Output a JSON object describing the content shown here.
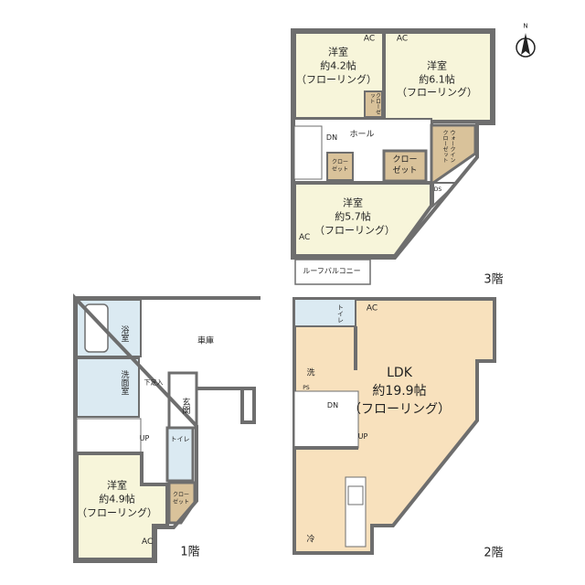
{
  "colors": {
    "wall": "#6e6e6e",
    "room": "#f7f5da",
    "ldk": "#f8e1bd",
    "closet": "#d9c29a",
    "wet": "#dbeaf2",
    "hall": "#ffffff"
  },
  "compass": {
    "label": "N"
  },
  "floor3": {
    "label": "3階",
    "room_a": {
      "type": "洋室",
      "size": "約4.2帖",
      "floor": "（フローリング）"
    },
    "room_b": {
      "type": "洋室",
      "size": "約6.1帖",
      "floor": "（フローリング）"
    },
    "room_c": {
      "type": "洋室",
      "size": "約5.7帖",
      "floor": "（フローリング）"
    },
    "ac": [
      "AC",
      "AC",
      "AC"
    ],
    "closet_small_a": "クローゼット",
    "closet_small_b": "クローゼット",
    "closet": "クローゼット",
    "walk_in": "ウォークインクローゼット",
    "hall": "ホール",
    "dn": "DN",
    "ds": "DS",
    "balcony": "ルーフバルコニー"
  },
  "floor2": {
    "label": "2階",
    "ldk": {
      "type": "LDK",
      "size": "約19.9帖",
      "floor": "（フローリング）"
    },
    "toilet": "トイレ",
    "ac": "AC",
    "washer": "洗",
    "ps": "PS",
    "dn": "DN",
    "up": "UP",
    "fridge": "冷"
  },
  "floor1": {
    "label": "1階",
    "garage": "車庫",
    "bath": "浴室",
    "washroom": "洗面室",
    "shoe": "下足入",
    "entrance": "玄関",
    "up": "UP",
    "toilet": "トイレ",
    "room": {
      "type": "洋室",
      "size": "約4.9帖",
      "floor": "（フローリング）"
    },
    "closet": "クローゼット",
    "ac": "AC"
  }
}
